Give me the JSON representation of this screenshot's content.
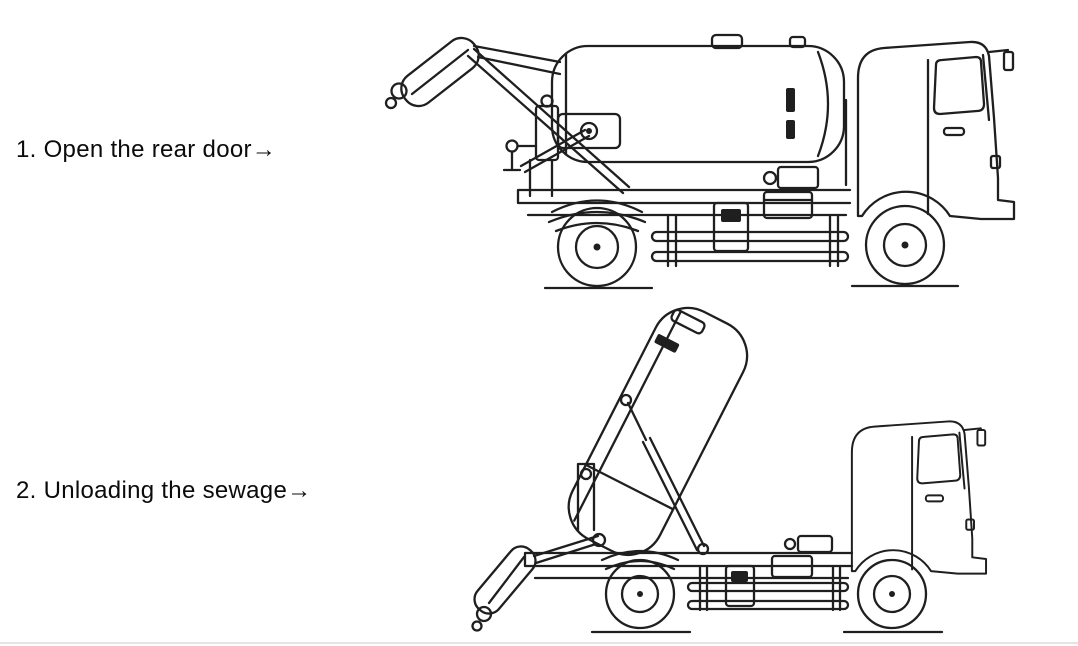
{
  "colors": {
    "page_bg": "#ffffff",
    "line_color": "#1f1f1f",
    "text_color": "#0b0b0b",
    "divider_color": "#e4e4e4"
  },
  "steps": [
    {
      "label": "1. Open the rear door→",
      "illustration": "sewage-truck-side-view-rear-door-open"
    },
    {
      "label": "2. Unloading the sewage→",
      "illustration": "sewage-truck-side-view-tank-tilted-unloading"
    }
  ]
}
